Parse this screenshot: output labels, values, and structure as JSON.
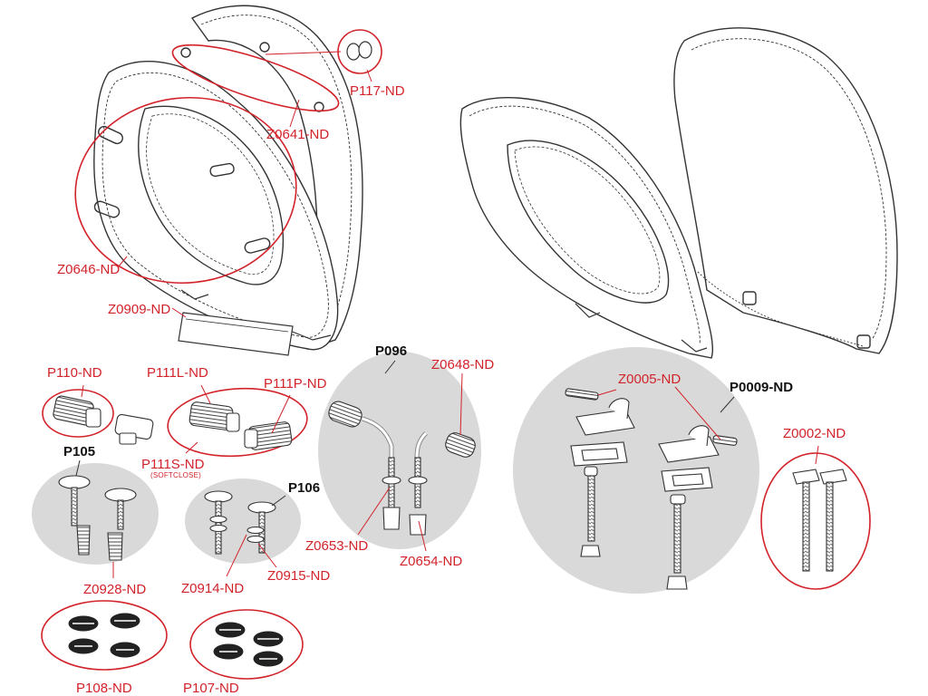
{
  "colors": {
    "accent": "#d2232a",
    "group_fill": "#d9d9d9",
    "line": "#333333",
    "dash": "#555555"
  },
  "labels": {
    "p117": "P117-ND",
    "z0641": "Z0641-ND",
    "z0646": "Z0646-ND",
    "z0909": "Z0909-ND",
    "p110": "P110-ND",
    "p111l": "P111L-ND",
    "p111p": "P111P-ND",
    "p111s": "P111S-ND",
    "softclose": "(SOFTCLOSE)",
    "p105": "P105",
    "z0928": "Z0928-ND",
    "p106": "P106",
    "z0914": "Z0914-ND",
    "z0915": "Z0915-ND",
    "p108": "P108-ND",
    "p107": "P107-ND",
    "p096": "P096",
    "z0648": "Z0648-ND",
    "z0653": "Z0653-ND",
    "z0654": "Z0654-ND",
    "z0005": "Z0005-ND",
    "p0009": "P0009-ND",
    "z0002": "Z0002-ND"
  }
}
